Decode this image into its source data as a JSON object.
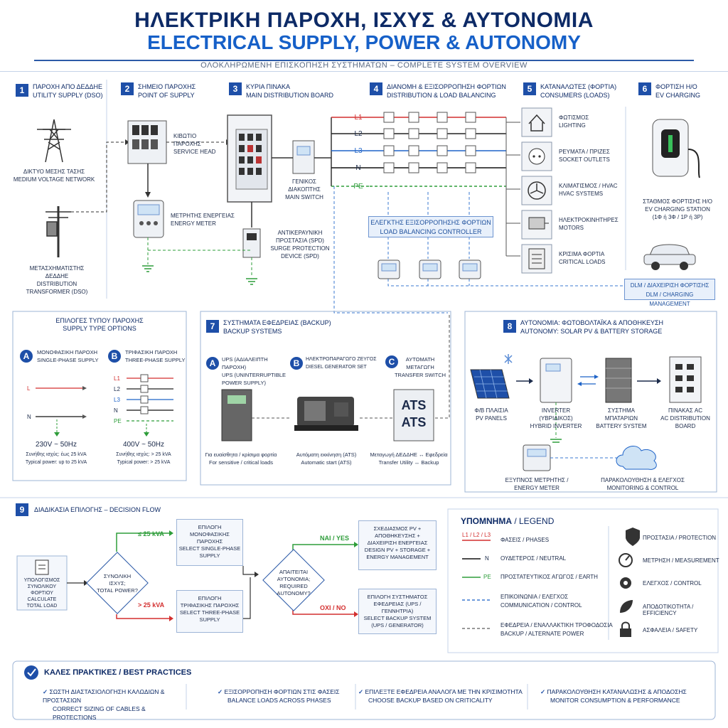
{
  "header": {
    "title_gr": "ΗΛΕΚΤΡΙΚΗ ΠΑΡΟΧΗ, ΙΣΧΥΣ & ΑΥΤΟΝΟΜΙΑ",
    "title_en": "ELECTRICAL SUPPLY, POWER & AUTONOMY",
    "subtitle": "ΟΛΟΚΛΗΡΩΜΕΝΗ ΕΠΙΣΚΟΠΗΣΗ ΣΥΣΤΗΜΑΤΩΝ – COMPLETE SYSTEM OVERVIEW"
  },
  "steps": [
    {
      "num": "1",
      "gr": "ΠΑΡΟΧΗ ΑΠΟ ΔΕΔΔΗΕ",
      "en": "UTILITY SUPPLY (DSO)"
    },
    {
      "num": "2",
      "gr": "ΣΗΜΕΙΟ ΠΑΡΟΧΗΣ",
      "en": "POINT OF SUPPLY"
    },
    {
      "num": "3",
      "gr": "ΚΥΡΙΑ ΠΙΝΑΚΑ",
      "en": "MAIN DISTRIBUTION BOARD"
    },
    {
      "num": "4",
      "gr": "ΔΙΑΝΟΜΗ & ΕΞΙΣΟΡΡΟΠΗΣΗ ΦΟΡΤΙΩΝ",
      "en": "DISTRIBUTION & LOAD BALANCING"
    },
    {
      "num": "5",
      "gr": "ΚΑΤΑΝΑΛΩΤΕΣ (ΦΟΡΤΙΑ)",
      "en": "CONSUMERS (LOADS)"
    },
    {
      "num": "6",
      "gr": "ΦΟΡΤΙΣΗ Η/Ο",
      "en": "EV CHARGING"
    }
  ],
  "utility": {
    "mv_gr": "ΔΙΚΤΥΟ ΜΕΣΗΣ ΤΑΣΗΣ",
    "mv_en": "MEDIUM VOLTAGE NETWORK",
    "tr_gr1": "ΜΕΤΑΣΧΗΜΑΤΙΣΤΗΣ",
    "tr_gr2": "ΔΕΔΔΗΕ",
    "tr_en1": "DISTRIBUTION",
    "tr_en2": "TRANSFORMER (DSO)"
  },
  "supply": {
    "sh_gr1": "ΚΙΒΩΤΙΟ",
    "sh_gr2": "ΠΑΡΟΧΗΣ",
    "sh_en": "SERVICE HEAD",
    "em_gr": "ΜΕΤΡΗΤΗΣ ΕΝΕΡΓΕΙΑΣ",
    "em_en": "ENERGY METER"
  },
  "mdb": {
    "ms_gr1": "ΓΕΝΙΚΟΣ ΔΙΑΚΟΠΤΗΣ",
    "ms_en": "MAIN SWITCH",
    "spd_gr1": "ΑΝΤΙΚΕΡΑΥΝΙΚΗ",
    "spd_gr2": "ΠΡΟΣΤΑΣΙΑ (SPD)",
    "spd_en1": "SURGE PROTECTION",
    "spd_en2": "DEVICE (SPD)"
  },
  "phases": [
    "L1",
    "L2",
    "L3",
    "N",
    "PE"
  ],
  "lbc": {
    "gr": "ΕΛΕΓΚΤΗΣ ΕΞΙΣΟΡΡΟΠΗΣΗΣ ΦΟΡΤΙΩΝ",
    "en": "LOAD BALANCING CONTROLLER"
  },
  "consumers": [
    {
      "gr": "ΦΩΤΙΣΜΟΣ",
      "en": "LIGHTING",
      "icon": "house-icon"
    },
    {
      "gr": "ΡΕΥΜΑΤΑ / ΠΡΙΖΕΣ",
      "en": "SOCKET OUTLETS",
      "icon": "socket-icon"
    },
    {
      "gr": "ΚΛΙΜΑΤΙΣΜΟΣ / HVAC",
      "en": "HVAC SYSTEMS",
      "icon": "fan-icon"
    },
    {
      "gr": "ΗΛΕΚΤΡΟΚΙΝΗΤΗΡΕΣ",
      "en": "MOTORS",
      "icon": "motor-icon"
    },
    {
      "gr": "ΚΡΙΣΙΜΑ ΦΟΡΤΙΑ",
      "en": "CRITICAL LOADS",
      "icon": "panel-icon"
    }
  ],
  "ev": {
    "station_gr": "ΣΤΑΘΜΟΣ ΦΟΡΤΙΣΗΣ Η/Ο",
    "station_en": "EV CHARGING STATION",
    "station_spec": "(1Φ ή 3Φ / 1P ή 3P)",
    "dlm_gr": "DLM / ΔΙΑΧΕΙΡΙΣΗ ΦΟΡΤΙΣΗΣ",
    "dlm_en": "DLM / CHARGING MANAGEMENT"
  },
  "supply_types": {
    "title_gr": "ΕΠΙΛΟΓΕΣ ΤΥΠΟΥ ΠΑΡΟΧΗΣ",
    "title_en": "SUPPLY TYPE OPTIONS",
    "a": {
      "letter": "A",
      "gr": "ΜΟΝΟΦΑΣΙΚΗ ΠΑΡΟΧΗ",
      "en": "SINGLE-PHASE SUPPLY",
      "lines": [
        "L",
        "N"
      ],
      "voltage": "230V ~ 50Hz",
      "power_gr": "Συνήθης ισχύς: έως 25 kVA",
      "power_en": "Typical power: up to 25 kVA"
    },
    "b": {
      "letter": "B",
      "gr": "ΤΡΙΦΑΣΙΚΗ ΠΑΡΟΧΗ",
      "en": "THREE-PHASE SUPPLY",
      "lines": [
        "L1",
        "L2",
        "L3",
        "N",
        "PE"
      ],
      "voltage": "400V ~ 50Hz",
      "power_gr": "Συνήθης ισχύς: > 25 kVA",
      "power_en": "Typical power: > 25 kVA"
    }
  },
  "backup": {
    "num": "7",
    "title_gr": "ΣΥΣΤΗΜΑΤΑ ΕΦΕΔΡΕΙΑΣ (BACKUP)",
    "title_en": "BACKUP SYSTEMS",
    "a": {
      "letter": "A",
      "gr": "UPS (ΑΔΙΑΛΕΙΠΤΗ ΠΑΡΟΧΗ)",
      "en1": "UPS (UNINTERRUPTIBLE",
      "en2": "POWER SUPPLY)",
      "desc_gr": "Για ευαίσθητα / κρίσιμα φορτία",
      "desc_en": "For sensitive / critical loads"
    },
    "b": {
      "letter": "B",
      "gr": "ΗΛΕΚΤΡΟΠΑΡΑΓΩΓΟ ΖΕΥΓΟΣ",
      "en": "DIESEL GENERATOR SET",
      "desc_gr": "Αυτόματη εκκίνηση (ATS)",
      "desc_en": "Automatic start (ATS)"
    },
    "c": {
      "letter": "C",
      "gr1": "ΑΥΤΟΜΑΤΗ",
      "gr2": "ΜΕΤΑΓΩΓΗ",
      "en": "TRANSFER SWITCH",
      "box1": "ATS",
      "box2": "ATS",
      "desc_gr": "Μεταγωγή ΔΕΔΔΗΕ ↔ Εφεδρεία",
      "desc_en": "Transfer Utility ↔ Backup"
    }
  },
  "autonomy": {
    "num": "8",
    "title_gr": "ΑΥΤΟΝΟΜΙΑ: ΦΩΤΟΒΟΛΤΑΪΚΑ & ΑΠΟΘΗΚΕΥΣΗ",
    "title_en": "AUTONOMY: SOLAR PV & BATTERY STORAGE",
    "pv_gr": "Φ/Β ΠΛΑΙΣΙΑ",
    "pv_en": "PV PANELS",
    "inv_gr": "INVERTER",
    "inv_gr2": "(ΥΒΡΙΔΙΚΟΣ)",
    "inv_en": "HYBRID INVERTER",
    "bat_gr": "ΣΥΣΤΗΜΑ",
    "bat_gr2": "ΜΠΑΤΑΡΙΩΝ",
    "bat_en": "BATTERY SYSTEM",
    "ac_gr": "ΠΙΝΑΚΑΣ AC",
    "ac_en1": "AC DISTRIBUTION",
    "ac_en2": "BOARD",
    "sm_gr": "ΕΞΥΠΝΟΣ ΜΕΤΡΗΤΗΣ /",
    "sm_en": "ENERGY METER",
    "mon_gr": "ΠΑΡΑΚΟΛΟΥΘΗΣΗ & ΕΛΕΓΧΟΣ",
    "mon_en": "MONITORING & CONTROL"
  },
  "decision": {
    "num": "9",
    "title": "ΔΙΑΔΙΚΑΣΙΑ ΕΠΙΛΟΓΗΣ – DECISION FLOW",
    "start_gr1": "ΥΠΟΛΟΓΙΣΜΟΣ",
    "start_gr2": "ΣΥΝΟΛΙΚΟΥ ΦΟΡΤΙΟΥ",
    "start_en1": "CALCULATE",
    "start_en2": "TOTAL LOAD",
    "d1_gr1": "ΣΥΝΟΛΙΚΗ",
    "d1_gr2": "ΙΣΧΥΣ;",
    "d1_en": "TOTAL POWER?",
    "le25": "≤ 25 kVA",
    "gt25": "> 25 kVA",
    "sp_gr1": "ΕΠΙΛΟΓΗ",
    "sp_gr2": "ΜΟΝΟΦΑΣΙΚΗΣ ΠΑΡΟΧΗΣ",
    "sp_en1": "SELECT SINGLE-PHASE",
    "sp_en2": "SUPPLY",
    "tp_gr1": "ΕΠΙΛΟΓΗ",
    "tp_gr2": "ΤΡΙΦΑΣΙΚΗΣ ΠΑΡΟΧΗΣ",
    "tp_en1": "SELECT THREE-PHASE",
    "tp_en2": "SUPPLY",
    "d2_gr1": "ΑΠΑΙΤΕΙΤΑΙ",
    "d2_gr2": "ΑΥΤΟΝΟΜΙΑ;",
    "d2_en1": "REQUIRED",
    "d2_en2": "AUTONOMY?",
    "yes": "ΝΑΙ / YES",
    "no": "ΟΧΙ / NO",
    "pv_gr1": "ΣΧΕΔΙΑΣΜΟΣ PV +",
    "pv_gr2": "ΑΠΟΘΗΚΕΥΣΗΣ +",
    "pv_gr3": "ΔΙΑΧΕΙΡΙΣΗ ΕΝΕΡΓΕΙΑΣ",
    "pv_en1": "DESIGN PV + STORAGE +",
    "pv_en2": "ENERGY MANAGEMENT",
    "bk_gr1": "ΕΠΙΛΟΓΗ ΣΥΣΤΗΜΑΤΟΣ",
    "bk_gr2": "ΕΦΕΔΡΕΙΑΣ (UPS / ΓΕΝΝΗΤΡΙΑ)",
    "bk_en1": "SELECT BACKUP SYSTEM",
    "bk_en2": "(UPS / GENERATOR)"
  },
  "legend": {
    "title_gr": "ΥΠΟΜΝΗΜΑ",
    "title_en": "/ LEGEND",
    "lines": [
      {
        "tag": "L1 / L2 / L3",
        "text": "ΦΑΣΕΙΣ / PHASES"
      },
      {
        "tag": "N",
        "text": "ΟΥΔΕΤΕΡΟΣ / NEUTRAL"
      },
      {
        "tag": "PE",
        "text": "ΠΡΟΣΤΑΤΕΥΤΙΚΟΣ ΑΓΩΓΟΣ / EARTH"
      },
      {
        "tag": "",
        "text": "ΕΠΙΚΟΙΝΩΝΙΑ / ΕΛΕΓΧΟΣ",
        "text2": "COMMUNICATION / CONTROL"
      },
      {
        "tag": "",
        "text": "ΕΦΕΔΡΕΙΑ / ΕΝΑΛΛΑΚΤΙΚΗ ΤΡΟΦΟΔΟΣΙΑ",
        "text2": "BACKUP / ALTERNATE POWER"
      }
    ],
    "icons": [
      {
        "icon": "shield-icon",
        "text": "ΠΡΟΣΤΑΣΙΑ / PROTECTION"
      },
      {
        "icon": "gauge-icon",
        "text": "ΜΕΤΡΗΣΗ / MEASUREMENT"
      },
      {
        "icon": "gear-icon",
        "text": "ΕΛΕΓΧΟΣ / CONTROL"
      },
      {
        "icon": "leaf-icon",
        "text": "ΑΠΟΔΟΤΙΚΟΤΗΤΑ / EFFICIENCY"
      },
      {
        "icon": "lock-icon",
        "text": "ΑΣΦΑΛΕΙΑ / SAFETY"
      }
    ]
  },
  "best_practices": {
    "title": "ΚΑΛΕΣ ΠΡΑΚΤΙΚΕΣ / BEST PRACTICES",
    "items": [
      {
        "gr": "ΣΩΣΤΗ ΔΙΑΣΤΑΣΙΟΛΟΓΗΣΗ ΚΑΛΩΔΙΩΝ & ΠΡΟΣΤΑΣΙΩΝ",
        "en": "CORRECT SIZING OF CABLES & PROTECTIONS"
      },
      {
        "gr": "ΕΞΙΣΟΡΡΟΠΗΣΗ ΦΟΡΤΙΩΝ ΣΤΙΣ ΦΑΣΕΙΣ",
        "en": "BALANCE LOADS ACROSS PHASES"
      },
      {
        "gr": "ΕΠΙΛΕΞΤΕ ΕΦΕΔΡΕΙΑ ΑΝΑΛΟΓΑ ΜΕ ΤΗΝ ΚΡΙΣΙΜΟΤΗΤΑ",
        "en": "CHOOSE BACKUP BASED ON CRITICALITY"
      },
      {
        "gr": "ΠΑΡΑΚΟΛΟΥΘΗΣΗ ΚΑΤΑΝΑΛΩΣΗΣ & ΑΠΟΔΟΣΗΣ",
        "en": "MONITOR CONSUMPTION & PERFORMANCE"
      }
    ]
  },
  "colors": {
    "L1": "#d32f2f",
    "L2": "#222222",
    "L3": "#1e63c8",
    "N": "#111111",
    "PE": "#2e9d3a",
    "accent": "#1e4fa8"
  }
}
